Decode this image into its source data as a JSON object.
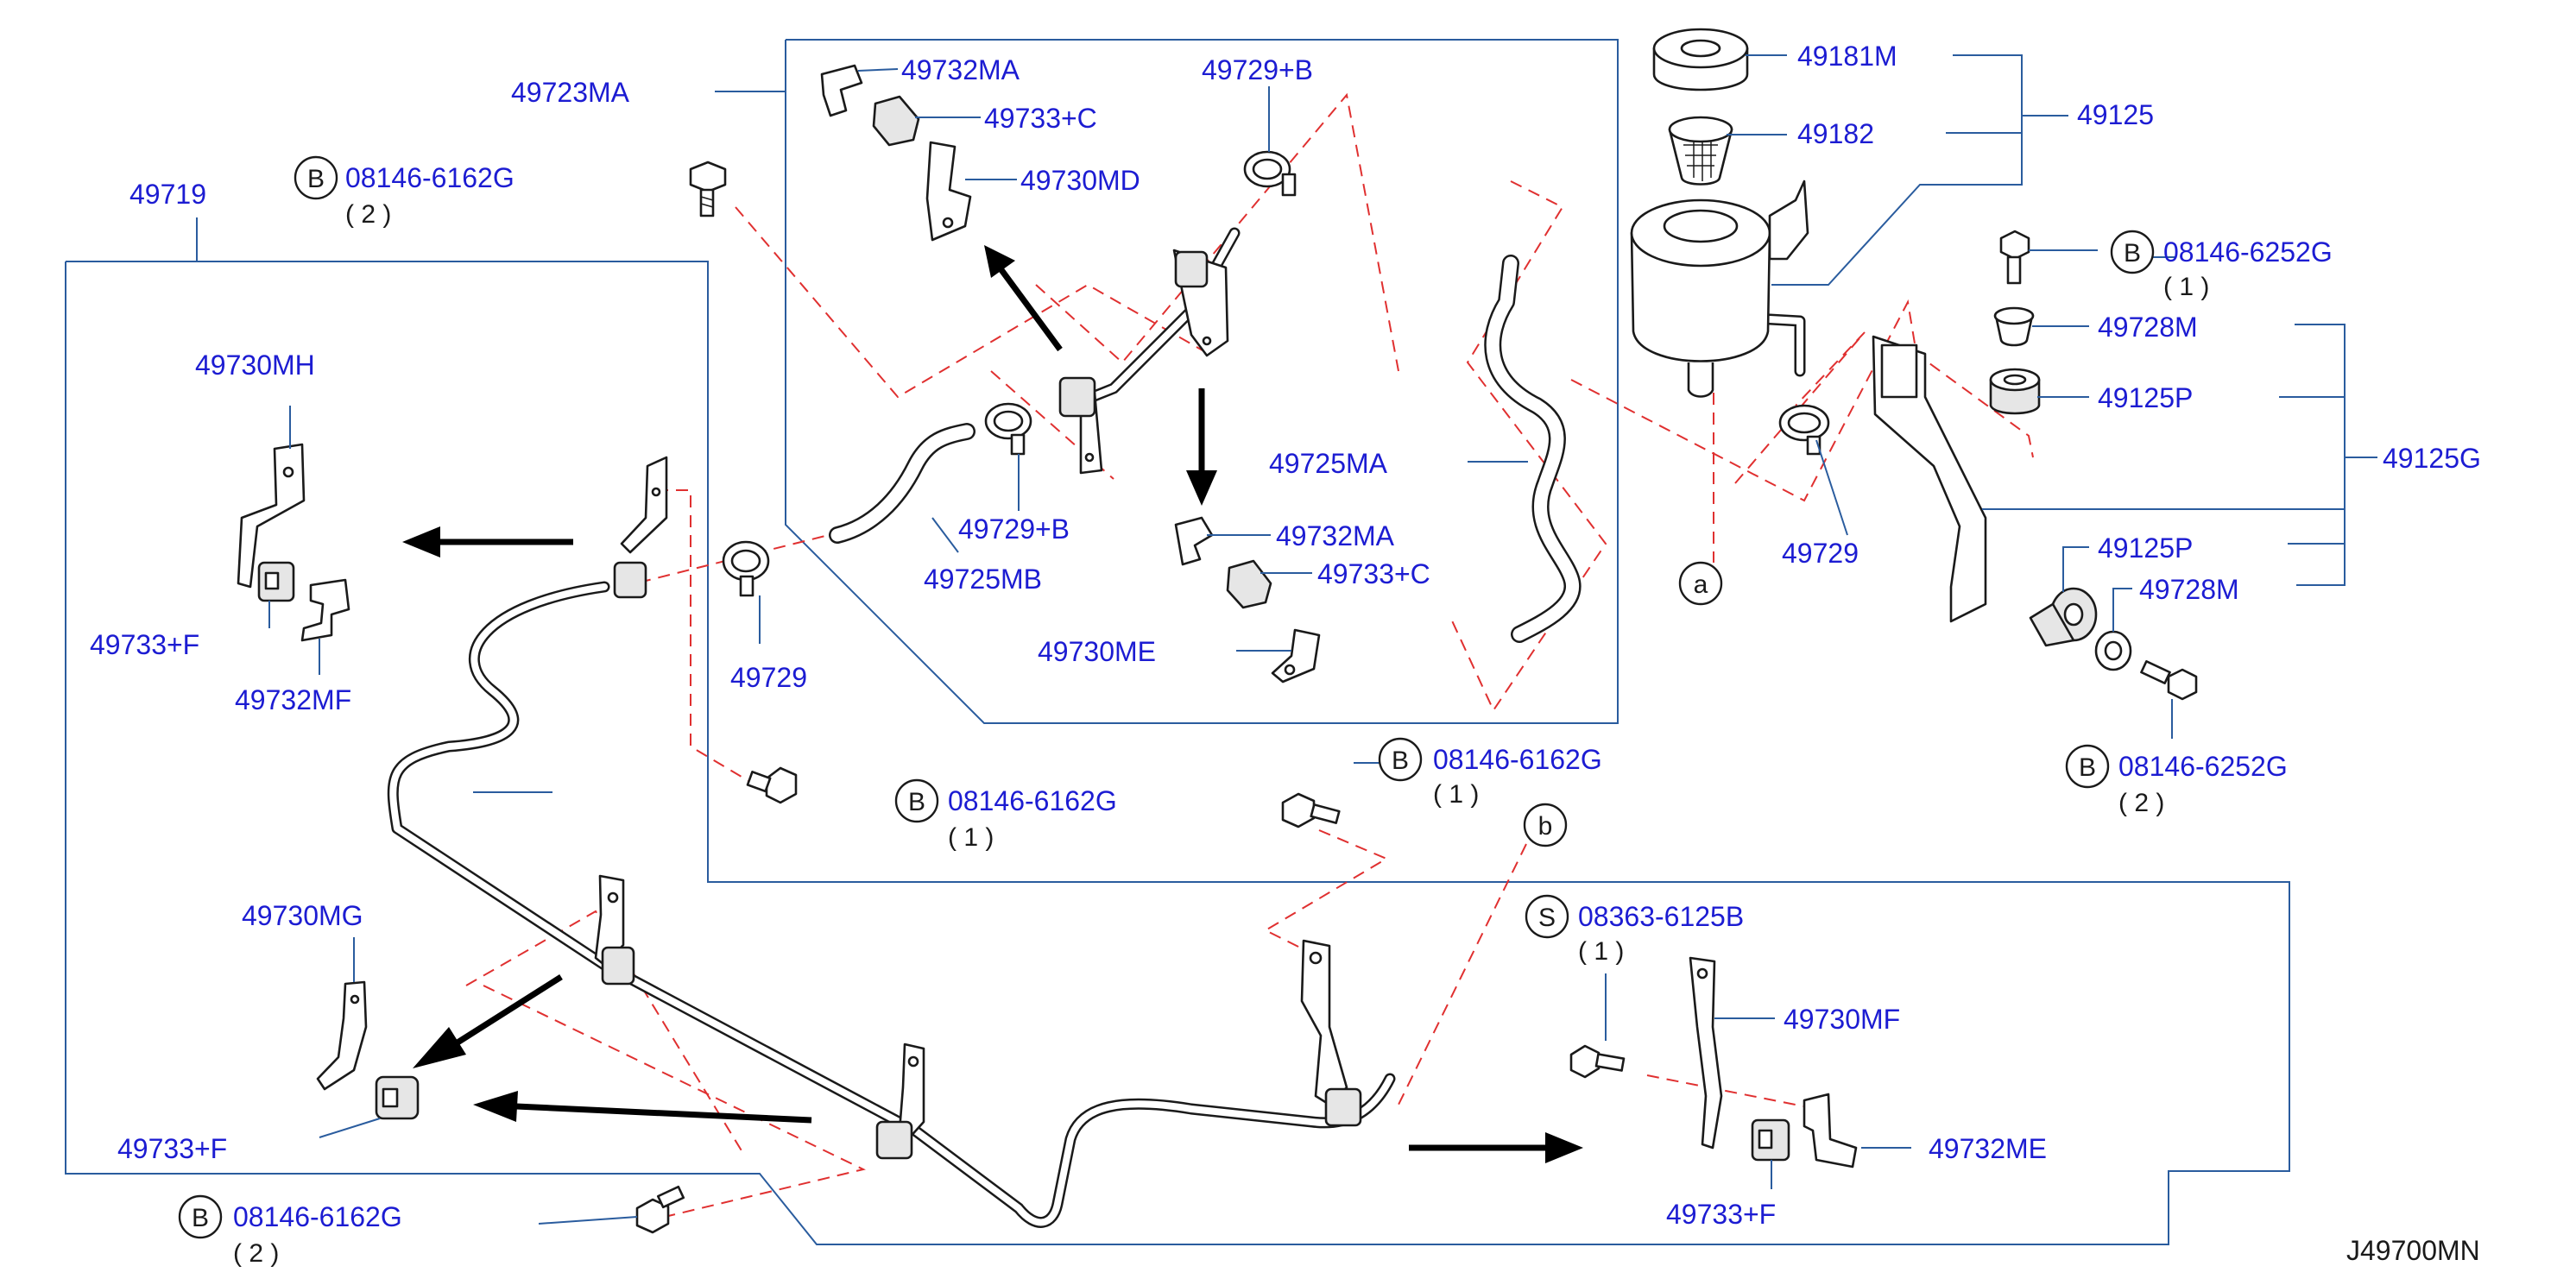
{
  "diagram_code": "J49700MN",
  "labels": {
    "p49723MA": "49723MA",
    "p49719": "49719",
    "p49732MA_top": "49732MA",
    "p49733C_top": "49733+C",
    "p49730MD": "49730MD",
    "p49729B_top": "49729+B",
    "p49729B_mid": "49729+B",
    "p49725MB": "49725MB",
    "p49725MA": "49725MA",
    "p49732MA_mid": "49732MA",
    "p49733C_mid": "49733+C",
    "p49730ME": "49730ME",
    "p49730MH": "49730MH",
    "p49733F_left": "49733+F",
    "p49732MF": "49732MF",
    "p49729_left": "49729",
    "p49730MG": "49730MG",
    "p49733F_bottom": "49733+F",
    "p49181M": "49181M",
    "p49182": "49182",
    "p49125": "49125",
    "p49729_right": "49729",
    "p49728M_top": "49728M",
    "p49125P_top": "49125P",
    "p49125G": "49125G",
    "p49125P_bottom": "49125P",
    "p49728M_bottom": "49728M",
    "p49730MF": "49730MF",
    "p49732ME": "49732ME",
    "p49733F_right": "49733+F"
  },
  "bolts": {
    "b1": {
      "letter": "B",
      "code": "08146-6162G",
      "qty": "( 2 )"
    },
    "b2": {
      "letter": "B",
      "code": "08146-6162G",
      "qty": "( 1 )"
    },
    "b3": {
      "letter": "B",
      "code": "08146-6162G",
      "qty": "( 1 )"
    },
    "b4": {
      "letter": "B",
      "code": "08146-6162G",
      "qty": "( 2 )"
    },
    "b5": {
      "letter": "B",
      "code": "08146-6252G",
      "qty": "( 1 )"
    },
    "b6": {
      "letter": "B",
      "code": "08146-6252G",
      "qty": "( 2 )"
    },
    "s1": {
      "letter": "S",
      "code": "08363-6125B",
      "qty": "( 1 )"
    }
  },
  "refs": {
    "a": "a",
    "b": "b"
  },
  "colors": {
    "label": "#1c1cd2",
    "leader": "#2a5c9e",
    "dashed": "#e03030",
    "arrow": "#000000"
  },
  "icons": [
    "hex-bolt-icon",
    "hose-clamp-icon",
    "bracket-icon",
    "rubber-grommet-icon",
    "reservoir-cap-icon",
    "strainer-icon",
    "direction-arrow-icon"
  ]
}
